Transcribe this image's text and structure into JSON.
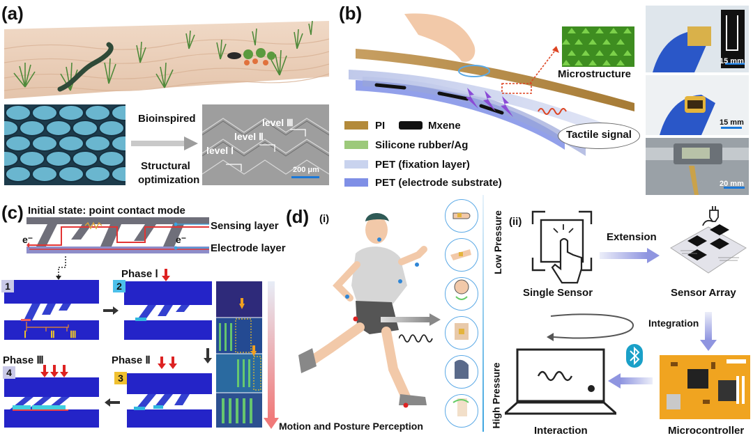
{
  "panel_a": {
    "label": "(a)",
    "arrow_top": "Bioinspired",
    "arrow_bottom_1": "Structural",
    "arrow_bottom_2": "optimization",
    "level_1": "level Ⅰ",
    "level_2": "level Ⅱ",
    "level_3": "level Ⅲ",
    "scale": "200 μm"
  },
  "panel_b": {
    "label": "(b)",
    "microstructure": "Microstructure",
    "tactile_signal": "Tactile signal",
    "legend": [
      "PI",
      "Mxene",
      "Silicone rubber/Ag",
      "PET (fixation layer)",
      "PET (electrode substrate)"
    ],
    "legend_colors": [
      "#b38a3a",
      "#111111",
      "#9cc97a",
      "#c9d3ee",
      "#7f8fe6"
    ],
    "scale_1": "15 mm",
    "scale_2": "15 mm",
    "scale_3": "20 mm"
  },
  "panel_c": {
    "label": "(c)",
    "title": "Initial state: point contact mode",
    "sensing_layer": "Sensing layer",
    "electrode_layer": "Electrode layer",
    "e_left": "e⁻",
    "e_right": "e⁻",
    "phase_1": "Phase Ⅰ",
    "phase_2": "Phase Ⅱ",
    "phase_3": "Phase Ⅲ",
    "num_1": "1",
    "num_2": "2",
    "num_3": "3",
    "num_4": "4",
    "contact_1": "Ⅰ",
    "contact_2": "Ⅱ",
    "contact_3": "Ⅲ"
  },
  "panel_d": {
    "label": "(d)",
    "sub_i": "(i)",
    "sub_ii": "(ii)",
    "low_pressure": "Low Pressure",
    "high_pressure": "High Pressure",
    "motion": "Motion and Posture Perception",
    "single_sensor": "Single Sensor",
    "extension": "Extension",
    "sensor_array": "Sensor Array",
    "integration": "Integration",
    "interaction": "Interaction",
    "microcontroller": "Microcontroller"
  }
}
